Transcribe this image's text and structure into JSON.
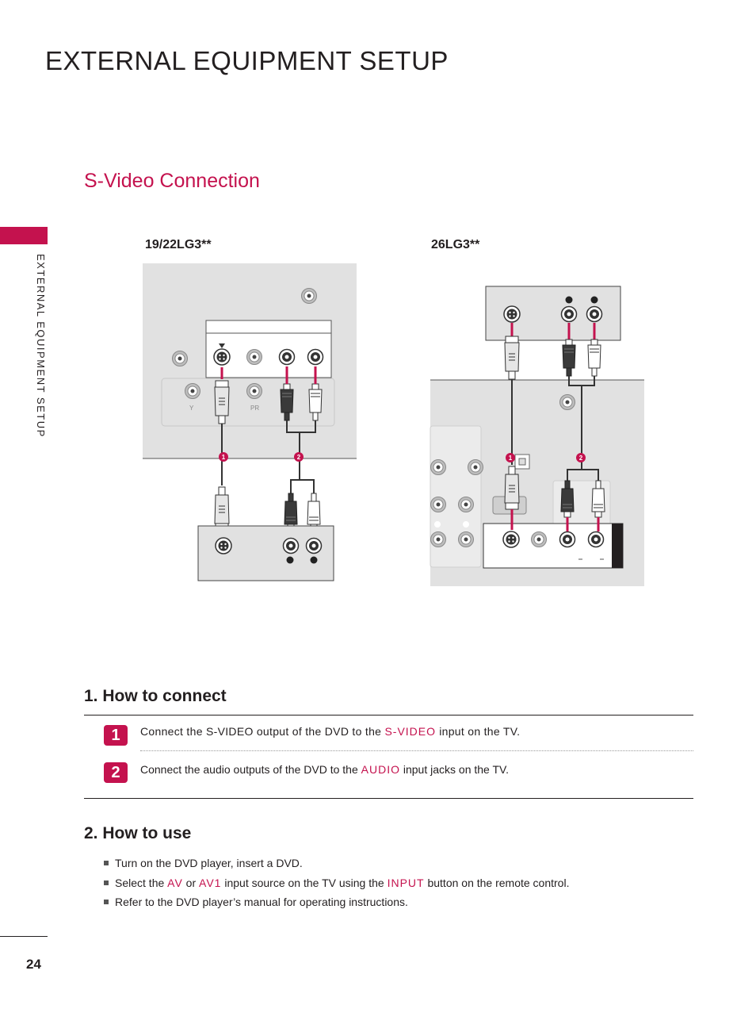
{
  "page": {
    "title": "EXTERNAL EQUIPMENT SETUP",
    "side_tab_label": "EXTERNAL EQUIPMENT SETUP",
    "section_title": "S-Video Connection",
    "page_number": "24"
  },
  "diagrams": {
    "left_model": "19/22LG3**",
    "right_model": "26LG3**",
    "left_port_labels": {
      "y": "Y",
      "pr": "PR"
    },
    "step_markers": [
      "1",
      "2"
    ]
  },
  "how_to_connect": {
    "heading": "1. How to connect",
    "steps": [
      {
        "number": "1",
        "before": "Connect the S-VIDEO output of the DVD to the ",
        "highlight": "S-VIDEO",
        "after": " input on the TV."
      },
      {
        "number": "2",
        "before": "Connect the audio outputs of the DVD to the ",
        "highlight": "AUDIO",
        "after": " input jacks on the TV."
      }
    ]
  },
  "how_to_use": {
    "heading": "2. How to use",
    "items": [
      {
        "text": "Turn on the DVD player, insert a DVD."
      },
      {
        "p1": "Select the ",
        "h1": "AV",
        "p2": " or ",
        "h2": "AV1",
        "p3": " input source on the TV using the ",
        "h3": "INPUT",
        "p4": " button on the remote control."
      },
      {
        "text": "Refer to the DVD player’s manual for operating instructions."
      }
    ]
  },
  "colors": {
    "accent": "#c4124e",
    "panel": "#e1e1e1",
    "text": "#231f20"
  }
}
